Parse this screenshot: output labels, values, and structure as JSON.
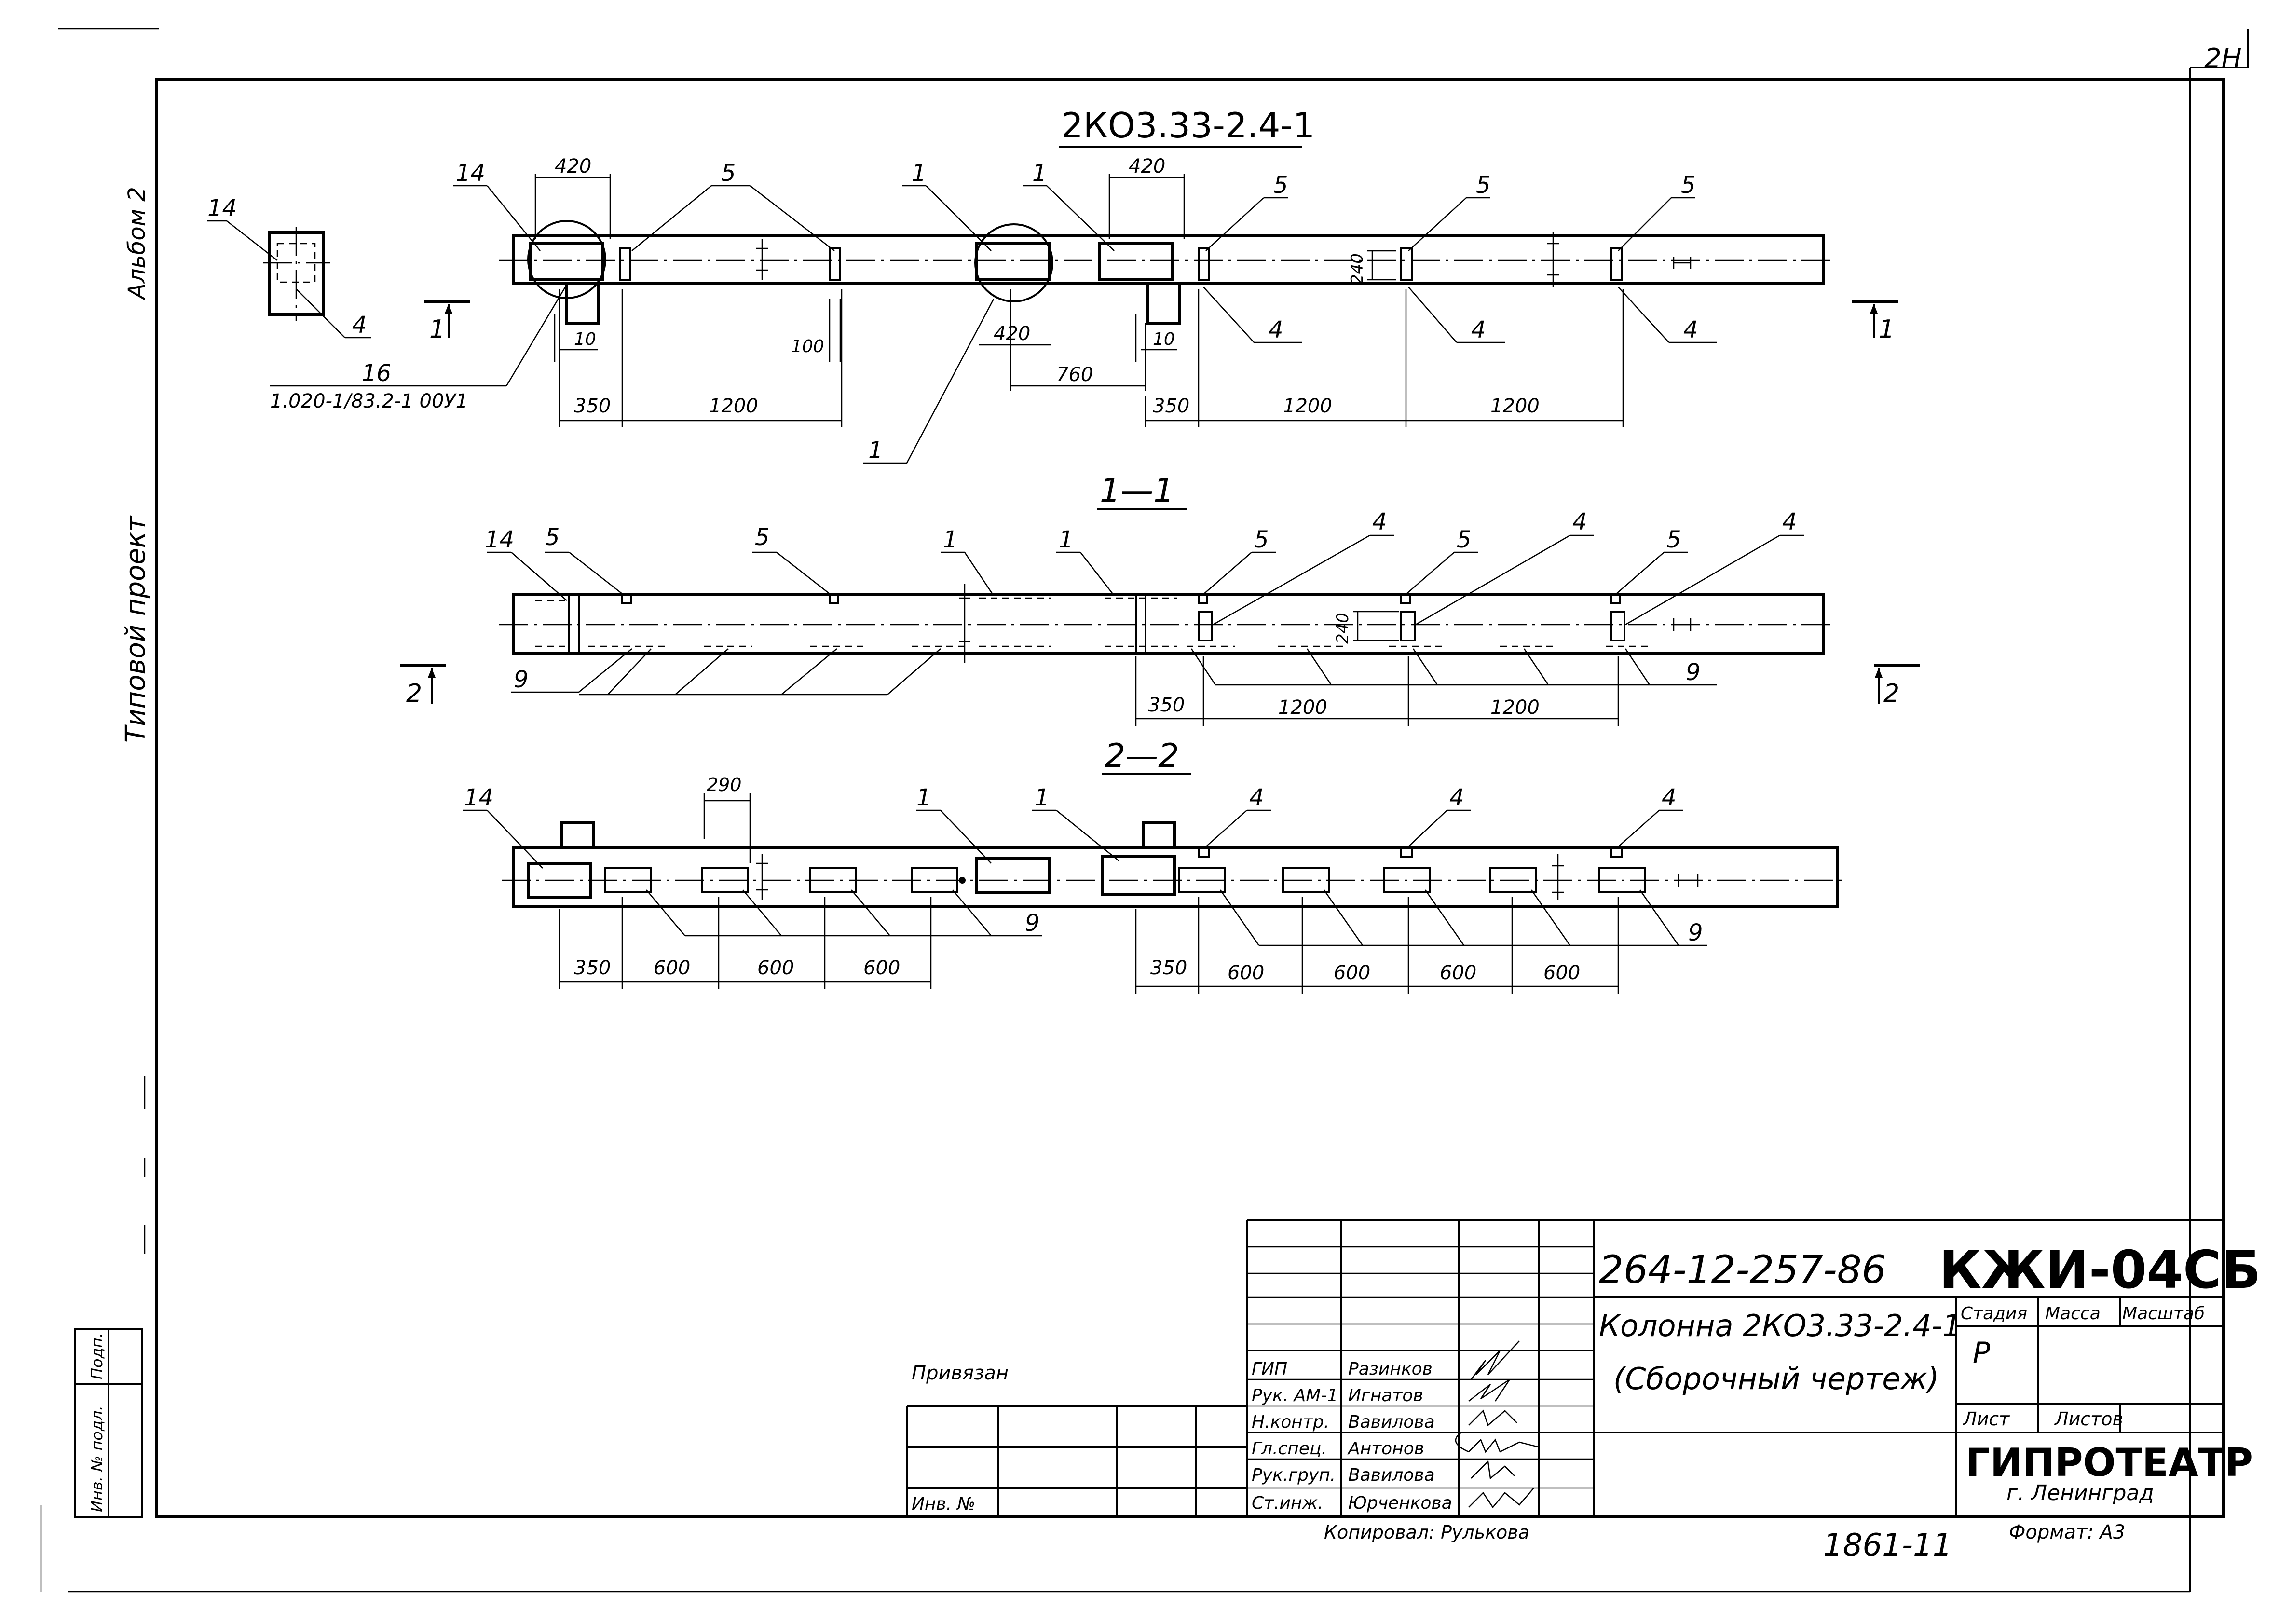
{
  "sheet": {
    "corner_number": "2Н"
  },
  "side_labels": {
    "type_project": "Типовой проект",
    "album": "Альбом 2"
  },
  "views": {
    "elevation": {
      "title": "2КО3.33-2.4-1",
      "dims": {
        "d420": "420",
        "d240": "240",
        "d10": "10",
        "d100": "100",
        "d760": "760",
        "d350": "350",
        "d1200": "1200"
      },
      "pos": {
        "p1": "1",
        "p4": "4",
        "p5": "5",
        "p14": "14",
        "p16": "16"
      },
      "ref_code": "1.020-1/83.2-1 00У1",
      "section_mark": "1"
    },
    "section_1_1": {
      "title": "1—1",
      "dims": {
        "d240": "240",
        "d350": "350",
        "d1200": "1200"
      },
      "pos": {
        "p1": "1",
        "p4": "4",
        "p5": "5",
        "p9": "9",
        "p14": "14"
      },
      "section_mark": "2"
    },
    "section_2_2": {
      "title": "2—2",
      "dims": {
        "d290": "290",
        "d350": "350",
        "d600": "600"
      },
      "pos": {
        "p1": "1",
        "p4": "4",
        "p9": "9",
        "p14": "14"
      }
    }
  },
  "title_block": {
    "doc_code": "264-12-257-86",
    "sheet_code": "КЖИ-04СБ",
    "name_line1": "Колонна 2КО3.33-2.4-1",
    "name_line2": "(Сборочный чертеж)",
    "headers": {
      "stage": "Стадия",
      "mass": "Масса",
      "scale": "Масштаб",
      "sheet": "Лист",
      "sheets": "Листов"
    },
    "stage_value": "Р",
    "org": "ГИПРОТЕАТР",
    "city": "г. Ленинград",
    "roles": [
      "ГИП",
      "Рук. АМ-1",
      "Н.контр.",
      "Гл.спец.",
      "Рук.груп.",
      "Ст.инж."
    ],
    "names": [
      "Разинков",
      "Игнатов",
      "Вавилова",
      "Антонов",
      "Вавилова",
      "Юрченкова"
    ],
    "linked": "Привязан",
    "inv": "Инв. №",
    "copied": "Копировал: Рулькова",
    "format": "Формат: А3",
    "archive_no": "1861-11",
    "side_inv": "Инв. № подл.",
    "side_sign": "Подп."
  }
}
